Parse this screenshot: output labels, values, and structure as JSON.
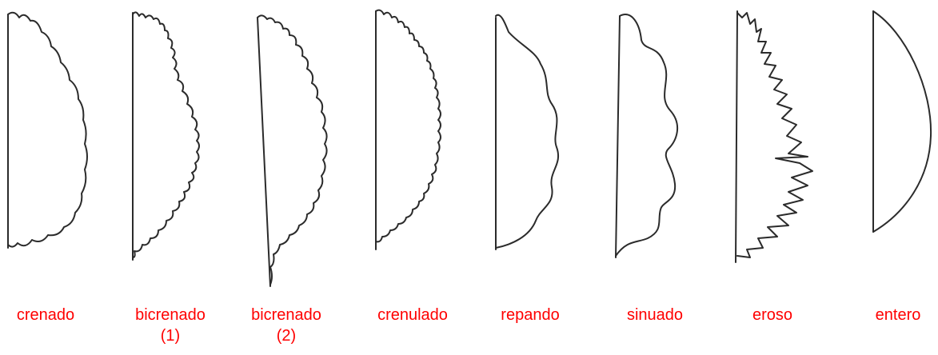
{
  "shapes": [
    {
      "name": "crenado",
      "label": "crenado",
      "line2": ""
    },
    {
      "name": "bicrenado-1",
      "label": "bicrenado",
      "line2": "(1)"
    },
    {
      "name": "bicrenado-2",
      "label": "bicrenado",
      "line2": "(2)"
    },
    {
      "name": "crenulado",
      "label": "crenulado",
      "line2": ""
    },
    {
      "name": "repando",
      "label": "repando",
      "line2": ""
    },
    {
      "name": "sinuado",
      "label": "sinuado",
      "line2": ""
    },
    {
      "name": "eroso",
      "label": "eroso",
      "line2": ""
    },
    {
      "name": "entero",
      "label": "entero",
      "line2": ""
    }
  ],
  "colors": {
    "label": "#ff0000",
    "stroke": "#2b2b2b",
    "background": "#ffffff"
  }
}
